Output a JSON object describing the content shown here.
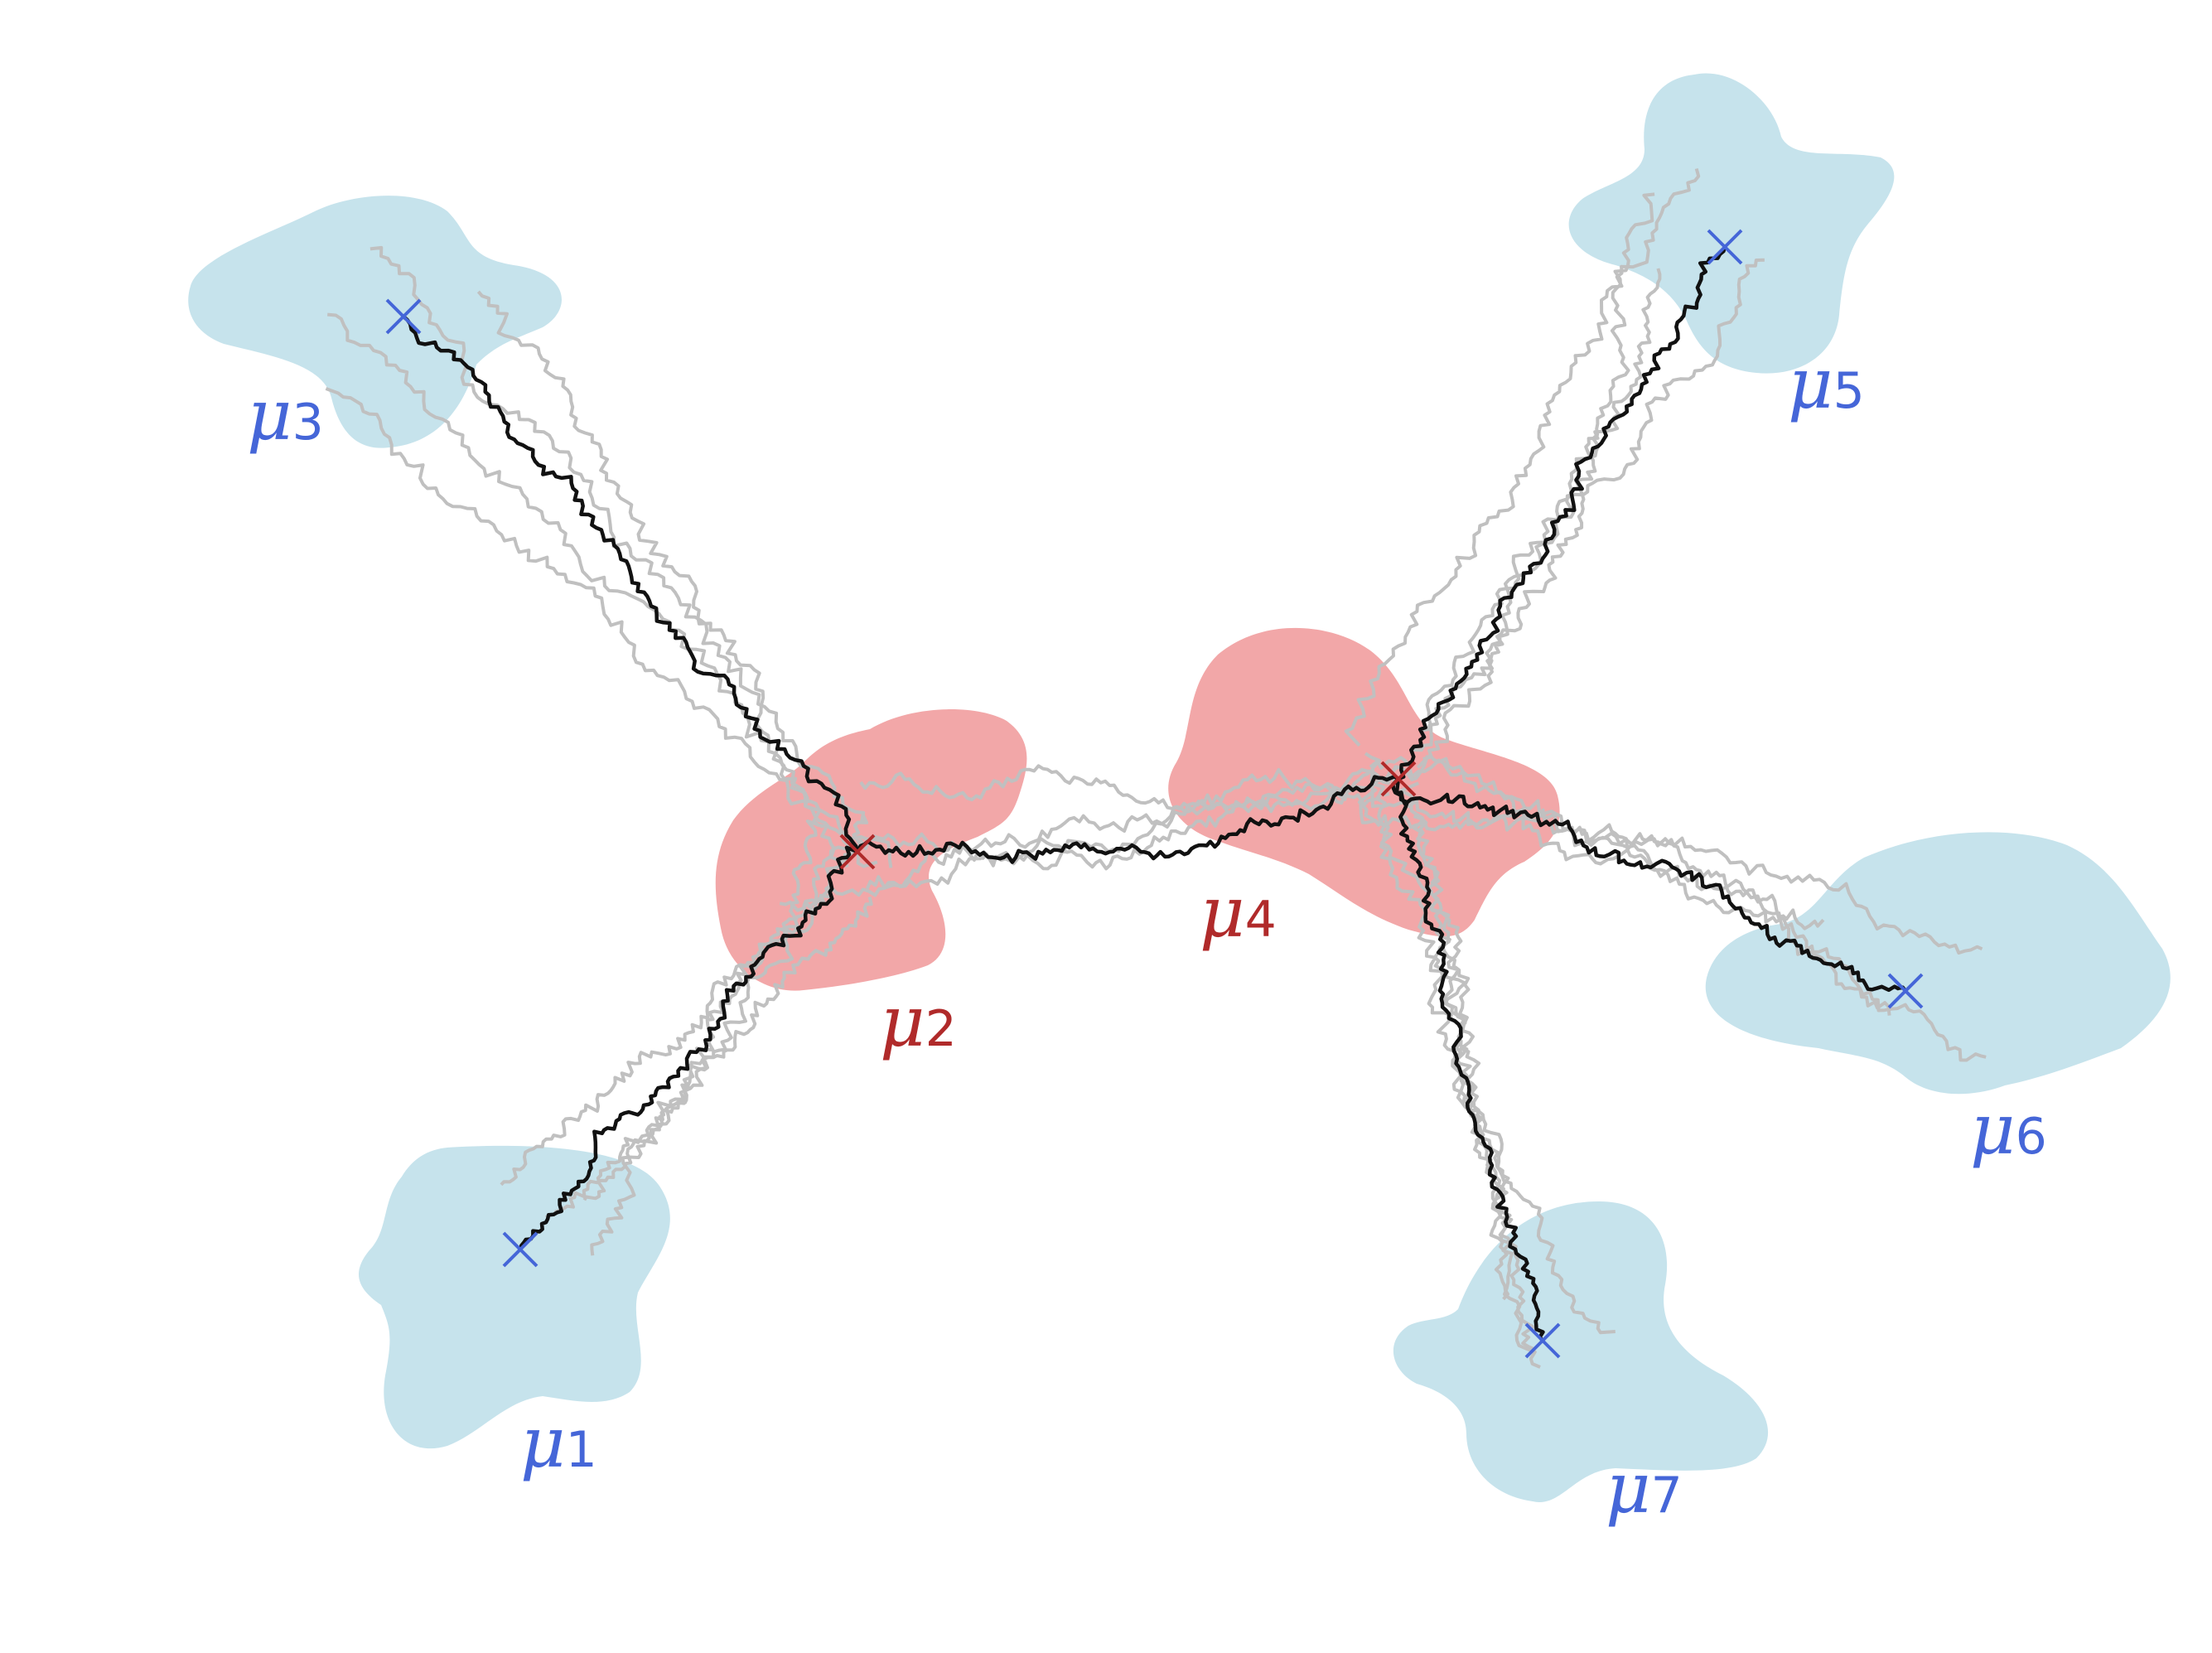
{
  "colors": {
    "blob_blue": "#c6e3ec",
    "blob_red": "#f2a7a8",
    "label_blue": "#4566d8",
    "label_red": "#b02a2a",
    "path_main": "#111111",
    "path_sample": "#c0c0c0"
  },
  "marker_icon": "x-cross-icon",
  "measures": [
    {
      "id": "mu1",
      "symbol": "μ",
      "index": "1",
      "kind": "leaf"
    },
    {
      "id": "mu2",
      "symbol": "μ",
      "index": "2",
      "kind": "barycenter"
    },
    {
      "id": "mu3",
      "symbol": "μ",
      "index": "3",
      "kind": "leaf"
    },
    {
      "id": "mu4",
      "symbol": "μ",
      "index": "4",
      "kind": "barycenter"
    },
    {
      "id": "mu5",
      "symbol": "μ",
      "index": "5",
      "kind": "leaf"
    },
    {
      "id": "mu6",
      "symbol": "μ",
      "index": "6",
      "kind": "leaf"
    },
    {
      "id": "mu7",
      "symbol": "μ",
      "index": "7",
      "kind": "leaf"
    }
  ]
}
